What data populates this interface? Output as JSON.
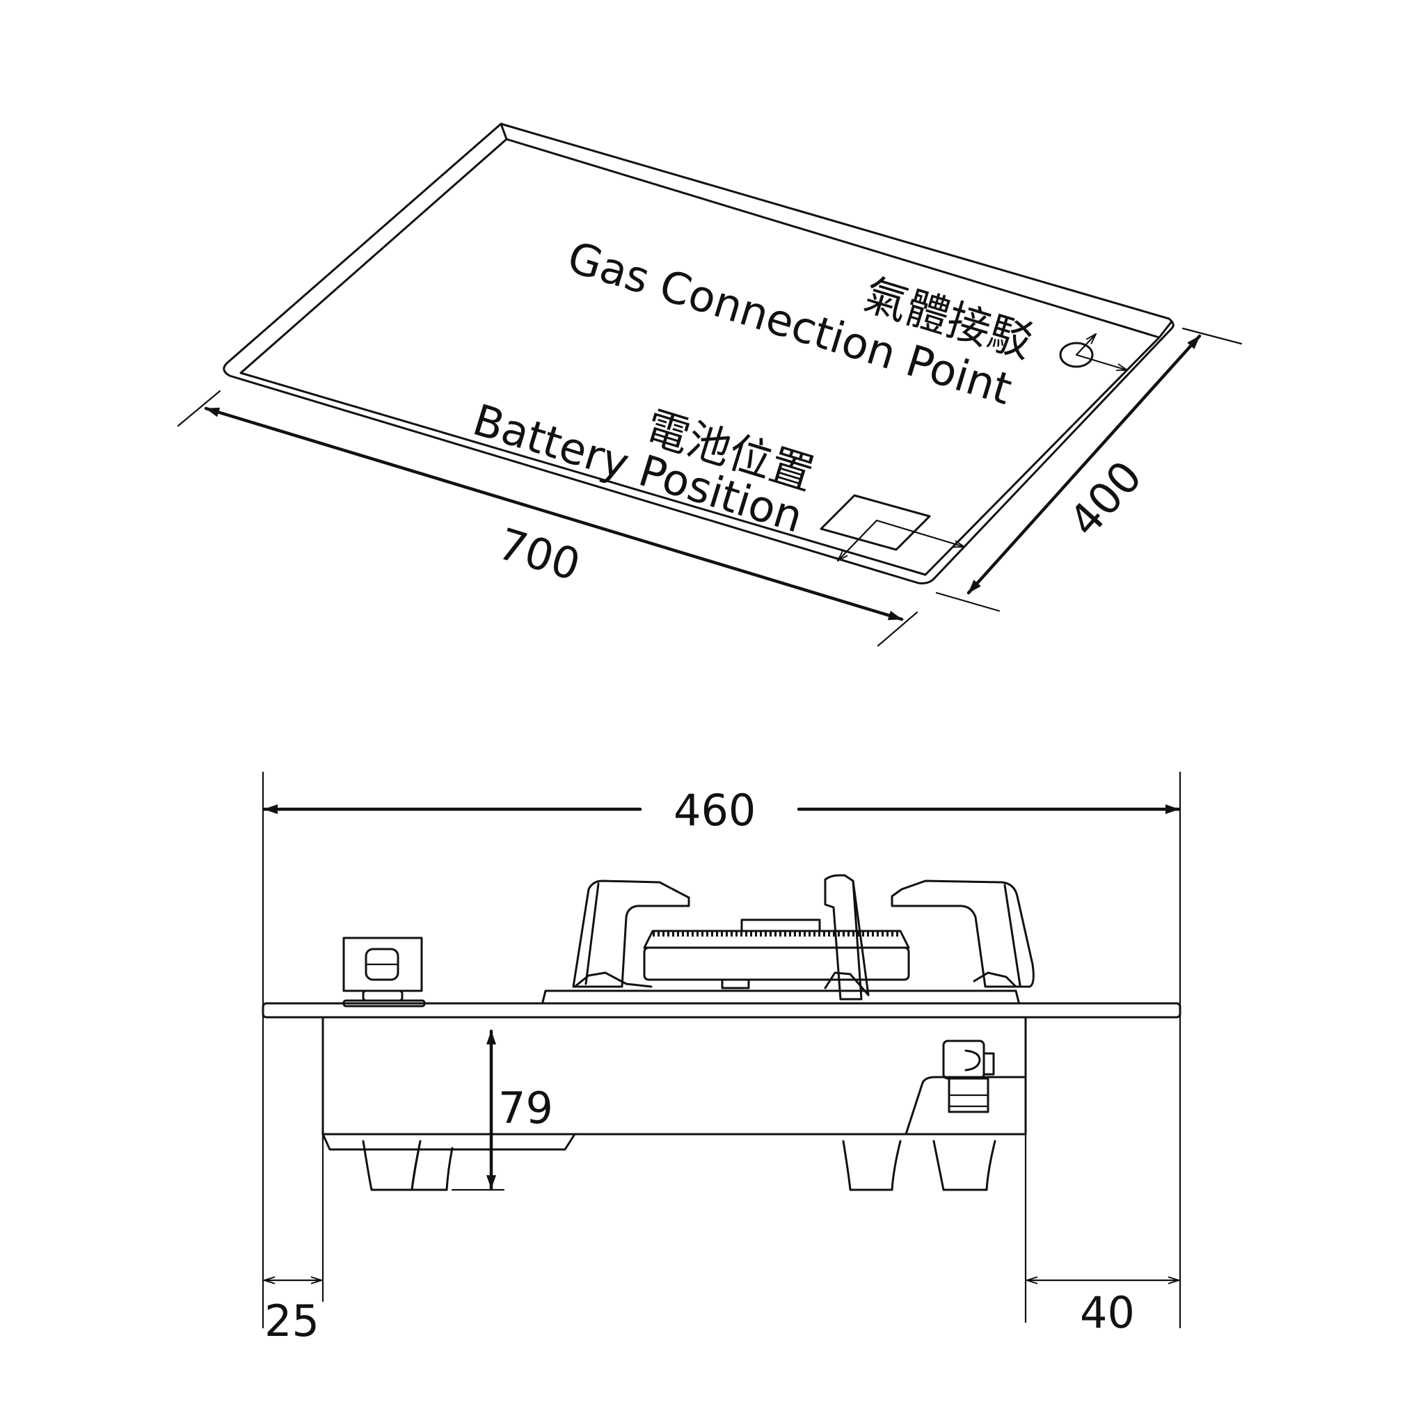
{
  "colors": {
    "line": "#111111",
    "background": "#ffffff"
  },
  "cutout": {
    "length_label": "700",
    "width_label": "400",
    "gas_label_zh": "氣體接駁",
    "gas_label_en": "Gas Connection Point",
    "battery_label_zh": "電池位置",
    "battery_label_en": "Battery Position"
  },
  "side_view": {
    "overall_width_label": "460",
    "depth_label": "79",
    "left_offset_label": "25",
    "right_offset_label": "40"
  }
}
